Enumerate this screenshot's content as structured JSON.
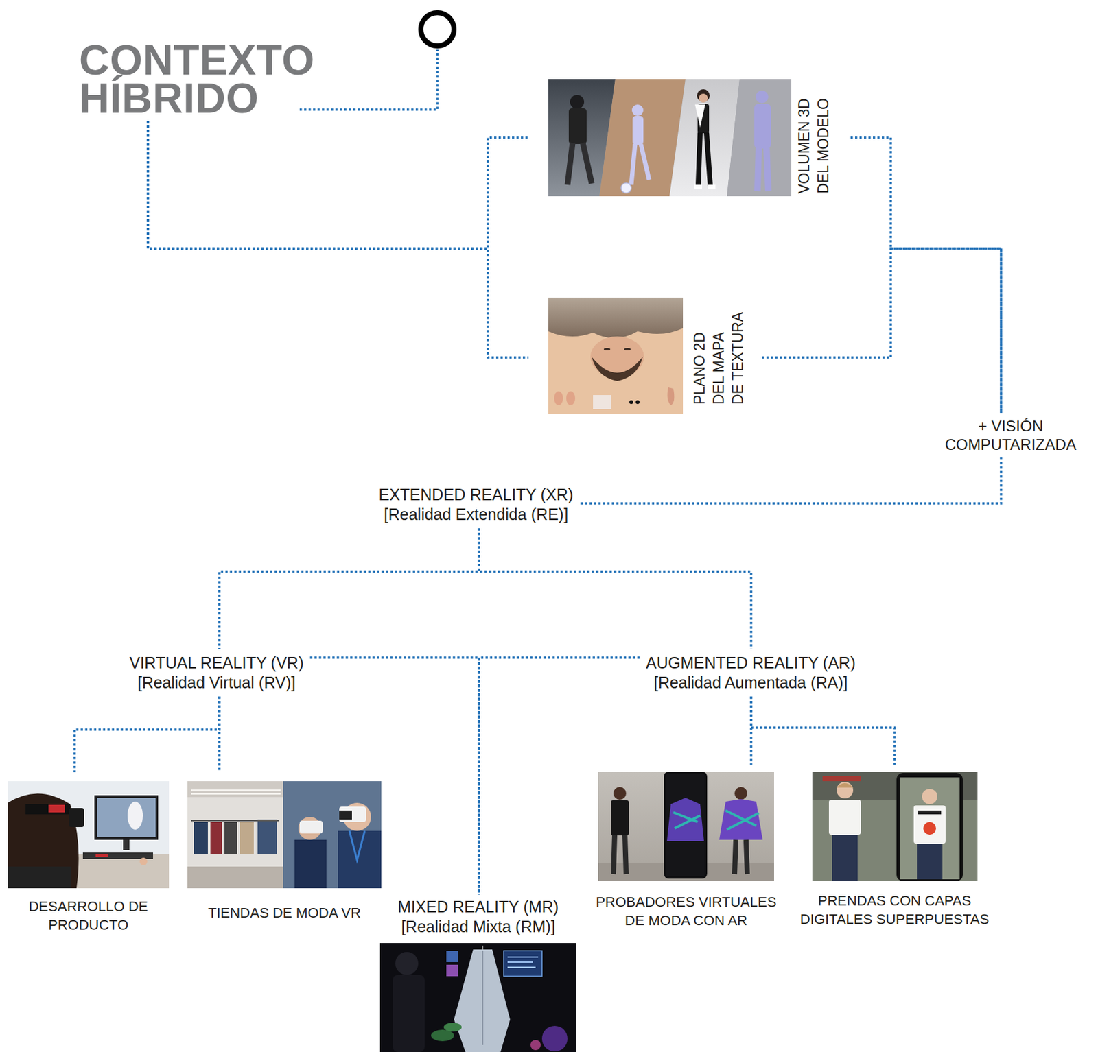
{
  "diagram": {
    "nodes": [
      {
        "text": [
          "CONTEXTO HÍBRIDO"
        ]
      },
      {
        "text": [
          "VOLUMEN 3D DEL MODELO"
        ]
      },
      {
        "text": [
          "PLANO 2D DEL MAPA DE TEXTURA"
        ]
      },
      {
        "text": [
          "+ VISIÓN COMPUTARIZADA"
        ]
      },
      {
        "text": [
          "EXTENDED REALITY (XR)",
          "[Realidad Extendida (RE)]"
        ]
      },
      {
        "text": [
          "VIRTUAL REALITY (VR)",
          "[Realidad Virtual (RV)]"
        ]
      },
      {
        "text": [
          "AUGMENTED REALITY (AR)",
          "[Realidad Aumentada (RA)]"
        ]
      },
      {
        "text": [
          "MIXED REALITY (MR)",
          "[Realidad Mixta (RM)]"
        ]
      },
      {
        "text": [
          "DESARROLLO DE PRODUCTO"
        ]
      },
      {
        "text": [
          "TIENDAS DE MODA VR"
        ]
      },
      {
        "text": [
          "PROBADORES VIRTUALES DE MODA CON AR"
        ]
      },
      {
        "text": [
          "PRENDAS CON CAPAS DIGITALES SUPERPUESTAS"
        ]
      }
    ],
    "edges": [
      {
        "from": 0,
        "to": 1,
        "arrow": "none"
      },
      {
        "from": 0,
        "to": 2,
        "arrow": "none"
      },
      {
        "from": 1,
        "to": 3,
        "arrow": "none"
      },
      {
        "from": 2,
        "to": 3,
        "arrow": "none"
      },
      {
        "from": 3,
        "to": 4,
        "arrow": "none"
      },
      {
        "from": 4,
        "to": 5,
        "arrow": "none"
      },
      {
        "from": 4,
        "to": 6,
        "arrow": "none"
      },
      {
        "from": 5,
        "to": 7,
        "arrow": "none"
      },
      {
        "from": 6,
        "to": 7,
        "arrow": "none"
      },
      {
        "from": 5,
        "to": 8,
        "arrow": "none"
      },
      {
        "from": 5,
        "to": 9,
        "arrow": "none"
      },
      {
        "from": 6,
        "to": 10,
        "arrow": "none"
      },
      {
        "from": 6,
        "to": 11,
        "arrow": "none"
      }
    ]
  }
}
